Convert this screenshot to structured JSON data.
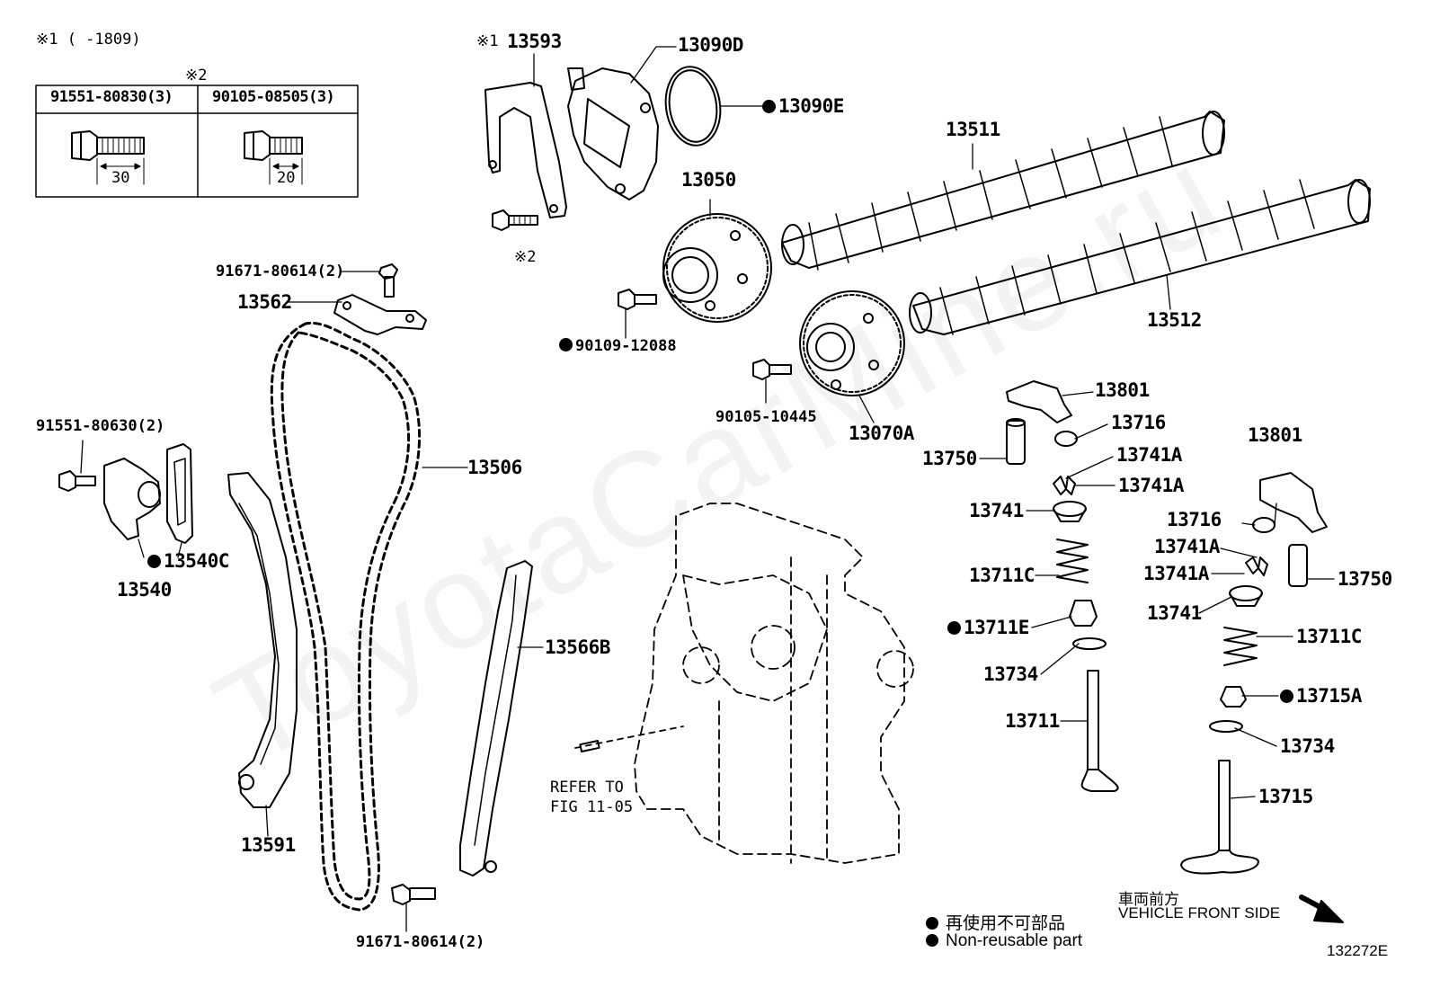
{
  "watermark": "ToyotaCarMine.ru",
  "note1": "※1 (     -1809)",
  "note2": "※2",
  "bolt_table": {
    "col1_part": "91551-80830(3)",
    "col1_len": "30",
    "col2_part": "90105-08505(3)",
    "col2_len": "20"
  },
  "parts": {
    "p13593": "13593",
    "p13593_mark": "※1",
    "p13593_bolt_mark": "※2",
    "p13090D": "13090D",
    "p13090E": "13090E",
    "p13511": "13511",
    "p13050": "13050",
    "p13512": "13512",
    "p90109": "90109-12088",
    "p90105_10445": "90105-10445",
    "p13070A": "13070A",
    "p91671_top": "91671-80614(2)",
    "p13562": "13562",
    "p13506": "13506",
    "p91551_80630": "91551-80630(2)",
    "p13540C": "13540C",
    "p13540": "13540",
    "p13566B": "13566B",
    "p13591": "13591",
    "p91671_bottom": "91671-80614(2)",
    "refer_line1": "REFER TO",
    "refer_line2": "FIG 11-05",
    "l13801": "13801",
    "l13716": "13716",
    "l13750": "13750",
    "l13741A_1": "13741A",
    "l13741A_2": "13741A",
    "l13741": "13741",
    "l13711C": "13711C",
    "l13711E": "13711E",
    "l13734": "13734",
    "l13711": "13711",
    "r13801": "13801",
    "r13716": "13716",
    "r13741A_1": "13741A",
    "r13741A_2": "13741A",
    "r13750": "13750",
    "r13741": "13741",
    "r13711C": "13711C",
    "r13715A": "13715A",
    "r13734": "13734",
    "r13715": "13715"
  },
  "legend": {
    "jp": "再使用不可部品",
    "en": "Non-reusable part"
  },
  "front": {
    "jp": "車両前方",
    "en": "VEHICLE FRONT SIDE"
  },
  "figure_id": "132272E"
}
